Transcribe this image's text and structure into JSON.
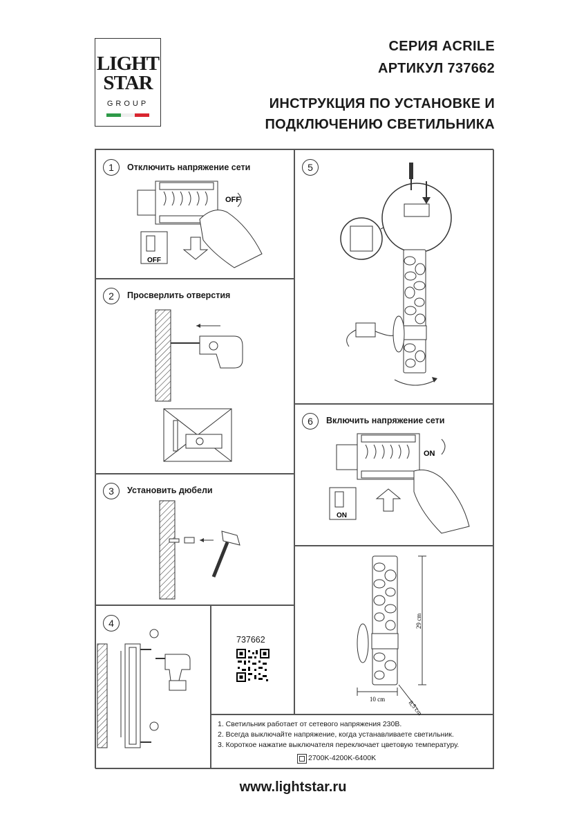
{
  "logo": {
    "line1": "LIGHT",
    "line2": "STAR",
    "line3": "GROUP",
    "flag_colors": [
      "#2e9a48",
      "#ffffff",
      "#d9262f"
    ]
  },
  "header": {
    "series": "СЕРИЯ ACRILE",
    "article": "АРТИКУЛ 737662",
    "title_line1": "ИНСТРУКЦИЯ ПО УСТАНОВКЕ И",
    "title_line2": "ПОДКЛЮЧЕНИЮ СВЕТИЛЬНИКА"
  },
  "steps": [
    {
      "num": "1",
      "label": "Отключить напряжение сети",
      "switch_text": "OFF",
      "panel_text": "OFF"
    },
    {
      "num": "2",
      "label": "Просверлить отверстия"
    },
    {
      "num": "3",
      "label": "Установить дюбели"
    },
    {
      "num": "4",
      "label": ""
    },
    {
      "num": "5",
      "label": ""
    },
    {
      "num": "6",
      "label": "Включить напряжение сети",
      "switch_text": "ON",
      "panel_text": "ON"
    }
  ],
  "product": {
    "code": "737662",
    "height_dim": "29 cm",
    "width_dim": "10 cm",
    "depth_dim": "8,5 cm"
  },
  "notes": [
    "1. Светильник работает от сетевого напряжения 230В.",
    "2. Всегда выключайте напряжение, когда устанавливаете светильник.",
    "3. Короткое нажатие выключателя переключает цветовую температуру."
  ],
  "color_temp": "2700K-4200K-6400K",
  "footer": {
    "url": "www.lightstar.ru"
  }
}
